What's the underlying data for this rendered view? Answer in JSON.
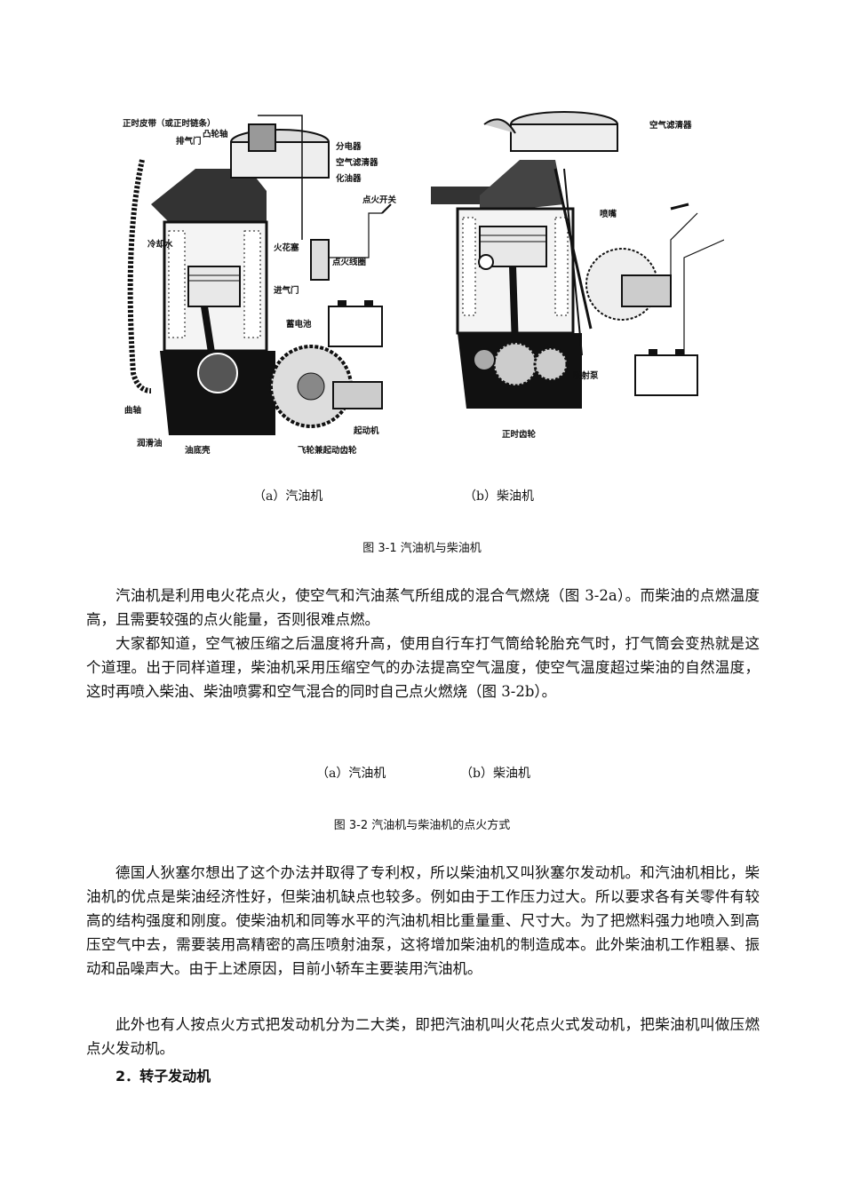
{
  "figure1": {
    "gasoline_labels": {
      "timing_belt": "正时皮带（或正时链条）",
      "camshaft": "凸轮轴",
      "exhaust_valve": "排气门",
      "distributor": "分电器",
      "air_filter": "空气滤清器",
      "carburetor": "化油器",
      "ignition_switch": "点火开关",
      "coolant": "冷却水",
      "spark_plug": "火花塞",
      "ignition_coil": "点火线圈",
      "intake_valve": "进气门",
      "battery": "蓄电池",
      "crankshaft": "曲轴",
      "starter": "起动机",
      "lubricant": "润滑油",
      "oil_pan": "油底壳",
      "flywheel": "飞轮兼起动齿轮"
    },
    "diesel_labels": {
      "air_filter": "空气滤清器",
      "injector": "喷嘴",
      "injection_pump": "喷射泵",
      "timing_gear": "正时齿轮"
    },
    "caption_a": "（a）汽油机",
    "caption_b": "（b）柴油机",
    "title": "图 3-1  汽油机与柴油机"
  },
  "paragraph1": "汽油机是利用电火花点火，使空气和汽油蒸气所组成的混合气燃烧（图 3-2a）。而柴油的点燃温度高，且需要较强的点火能量，否则很难点燃。",
  "paragraph2": "大家都知道，空气被压缩之后温度将升高，使用自行车打气筒给轮胎充气时，打气筒会变热就是这个道理。出于同样道理，柴油机采用压缩空气的办法提高空气温度，使空气温度超过柴油的自然温度，这时再喷入柴油、柴油喷雾和空气混合的同时自己点火燃烧（图 3-2b）。",
  "figure2": {
    "caption_a": "（a）汽油机",
    "caption_b": "（b）柴油机",
    "title": "图 3-2  汽油机与柴油机的点火方式"
  },
  "paragraph3": "德国人狄塞尔想出了这个办法并取得了专利权，所以柴油机又叫狄塞尔发动机。和汽油机相比，柴油机的优点是柴油经济性好，但柴油机缺点也较多。例如由于工作压力过大。所以要求各有关零件有较高的结构强度和刚度。使柴油机和同等水平的汽油机相比重量重、尺寸大。为了把燃料强力地喷入到高压空气中去，需要装用高精密的高压喷射油泵，这将增加柴油机的制造成本。此外柴油机工作粗暴、振动和品噪声大。由于上述原因，目前小轿车主要装用汽油机。",
  "paragraph4": "此外也有人按点火方式把发动机分为二大类，即把汽油机叫火花点火式发动机，把柴油机叫做压燃点火发动机。",
  "heading": "2．转子发动机"
}
